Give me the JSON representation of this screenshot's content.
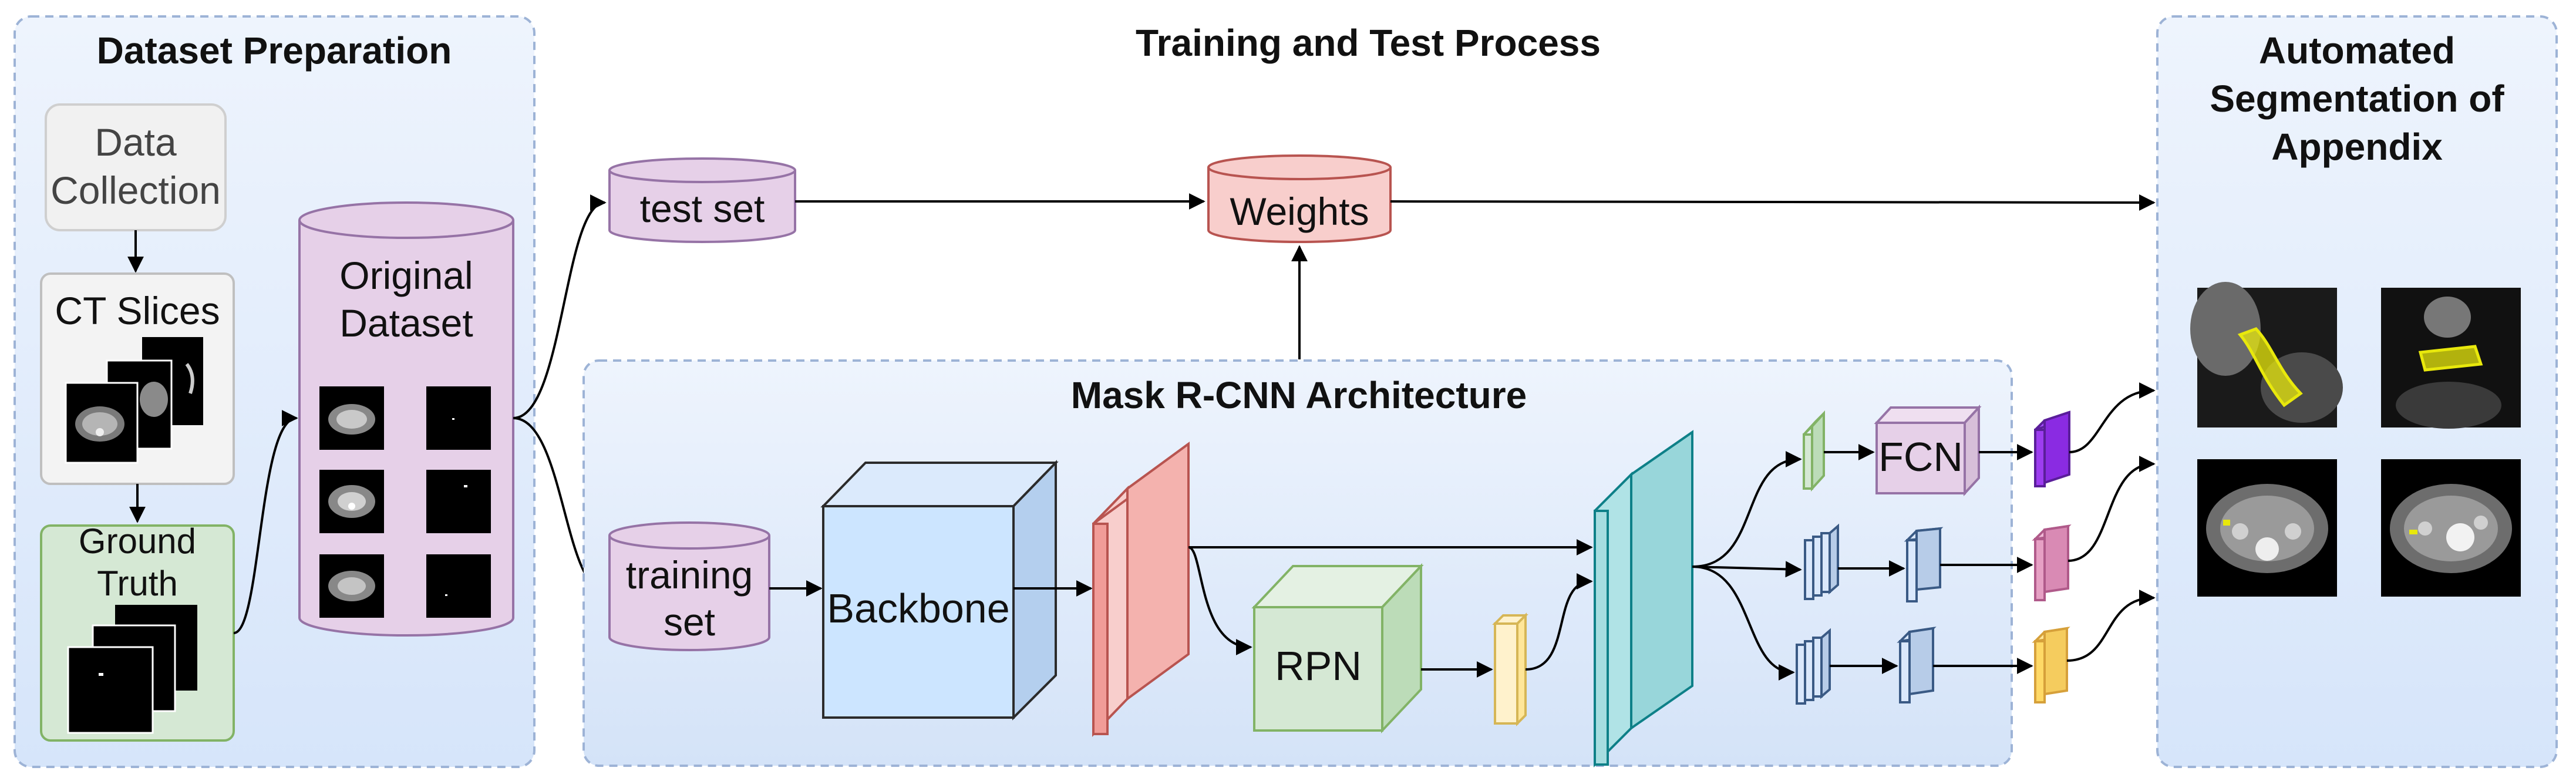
{
  "left_panel": {
    "title": "Dataset Preparation",
    "data_collection": [
      "Data",
      "Collection"
    ],
    "ct_slices": "CT Slices",
    "ground_truth": [
      "Ground",
      "Truth"
    ],
    "original_dataset": [
      "Original",
      "Dataset"
    ]
  },
  "center": {
    "title": "Training and Test Process",
    "test_set": "test set",
    "training_set": [
      "training",
      "set"
    ],
    "weights": "Weights"
  },
  "architecture": {
    "title": "Mask R-CNN Architecture",
    "backbone": "Backbone",
    "rpn": "RPN",
    "fcn": "FCN"
  },
  "right_panel": {
    "title": [
      "Automated",
      "Segmentation of",
      "Appendix"
    ]
  },
  "colors": {
    "panel_fill": "#dde9fb",
    "panel_border": "#9db3d6",
    "dataset_cylinder": "#e6d0e8",
    "weights_cylinder": "#f8cecc",
    "backbone": "#cfe6ff",
    "rpn": "#d5e8d4",
    "roi_align": "#b0e3e6",
    "mask_output": "#8a2be2",
    "class_output": "#e6a0c4",
    "box_output": "#ffd966",
    "segmentation_highlight": "#e8e80c"
  }
}
